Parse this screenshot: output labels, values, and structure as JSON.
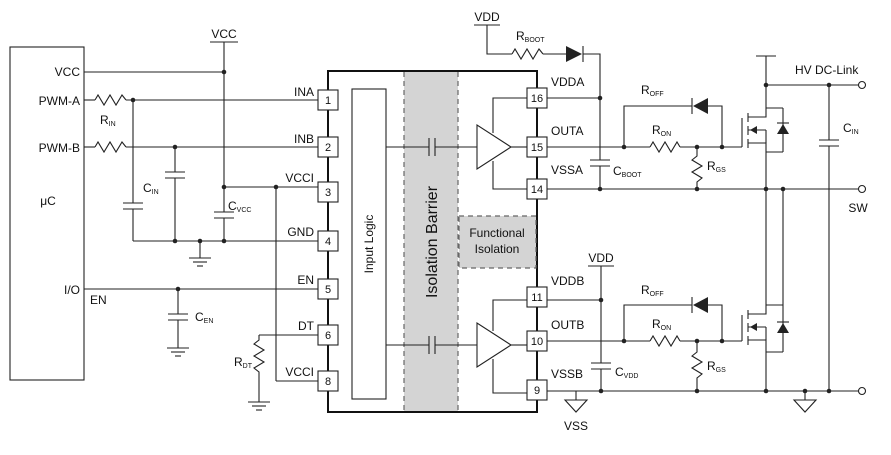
{
  "mcu": {
    "title": "μC",
    "pins": {
      "vcc": "VCC",
      "pwm_a": "PWM-A",
      "pwm_b": "PWM-B",
      "io": "I/O"
    }
  },
  "supply": {
    "vcc_top": "VCC",
    "vdd_top": "VDD",
    "vdd_low": "VDD",
    "vss": "VSS"
  },
  "chip": {
    "input_logic": "Input Logic",
    "isolation_barrier": "Isolation Barrier",
    "functional_isolation_line1": "Functional",
    "functional_isolation_line2": "Isolation",
    "left_pins": [
      {
        "num": "1",
        "name": "INA"
      },
      {
        "num": "2",
        "name": "INB"
      },
      {
        "num": "3",
        "name": "VCCI"
      },
      {
        "num": "4",
        "name": "GND"
      },
      {
        "num": "5",
        "name": "EN"
      },
      {
        "num": "6",
        "name": "DT"
      },
      {
        "num": "8",
        "name": "VCCI"
      }
    ],
    "right_pins": [
      {
        "num": "16",
        "name": "VDDA"
      },
      {
        "num": "15",
        "name": "OUTA"
      },
      {
        "num": "14",
        "name": "VSSA"
      },
      {
        "num": "11",
        "name": "VDDB"
      },
      {
        "num": "10",
        "name": "OUTB"
      },
      {
        "num": "9",
        "name": "VSSB"
      }
    ]
  },
  "components": {
    "r_in": {
      "main": "R",
      "sub": "IN"
    },
    "c_in_left": {
      "main": "C",
      "sub": "IN"
    },
    "c_vcc": {
      "main": "C",
      "sub": "VCC"
    },
    "c_en": {
      "main": "C",
      "sub": "EN"
    },
    "r_dt": {
      "main": "R",
      "sub": "DT"
    },
    "r_boot": {
      "main": "R",
      "sub": "BOOT"
    },
    "c_boot": {
      "main": "C",
      "sub": "BOOT"
    },
    "c_vdd": {
      "main": "C",
      "sub": "VDD"
    },
    "r_off_a": {
      "main": "R",
      "sub": "OFF"
    },
    "r_on_a": {
      "main": "R",
      "sub": "ON"
    },
    "r_gs_a": {
      "main": "R",
      "sub": "GS"
    },
    "r_off_b": {
      "main": "R",
      "sub": "OFF"
    },
    "r_on_b": {
      "main": "R",
      "sub": "ON"
    },
    "r_gs_b": {
      "main": "R",
      "sub": "GS"
    },
    "c_in_right": {
      "main": "C",
      "sub": "IN"
    }
  },
  "nets": {
    "en": "EN",
    "hv_dc_link": "HV DC-Link",
    "sw": "SW"
  }
}
